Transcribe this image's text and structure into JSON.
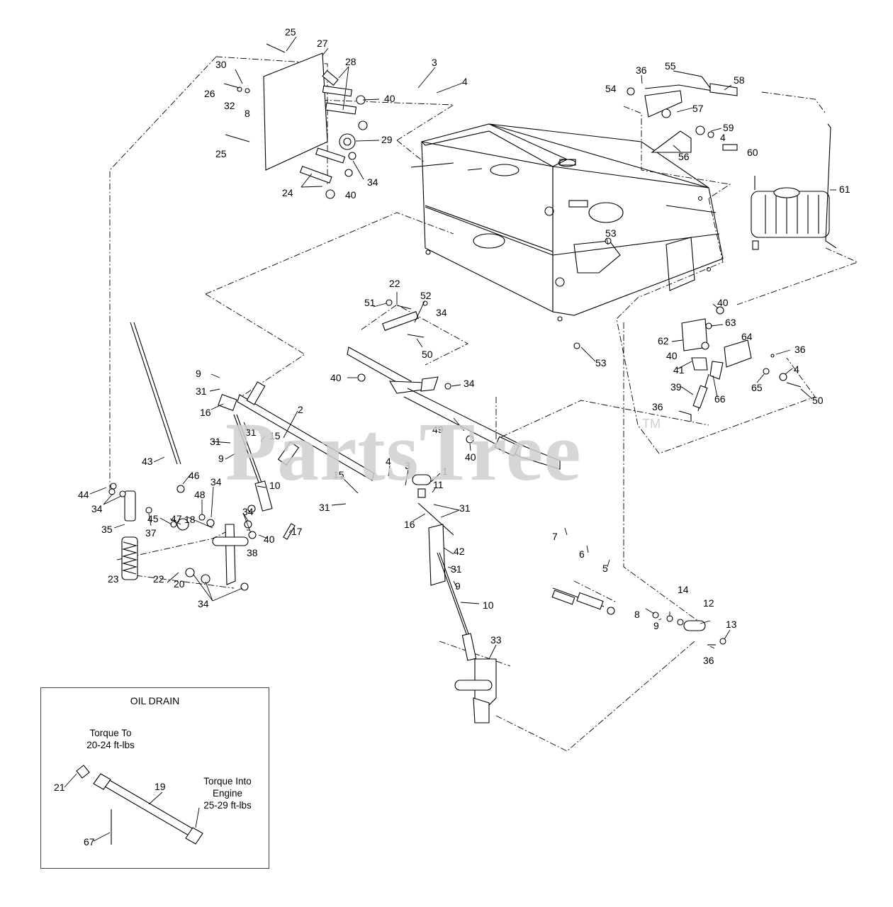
{
  "watermark": {
    "brand": "PartsTree",
    "trademark": "TM"
  },
  "inset": {
    "title": "OIL DRAIN",
    "note_adapter": [
      "Torque To",
      "20-24 ft-lbs"
    ],
    "note_engine": [
      "Torque Into",
      "Engine",
      "25-29 ft-lbs"
    ],
    "callouts": [
      "21",
      "19",
      "67"
    ]
  },
  "callouts": [
    "25",
    "27",
    "28",
    "30",
    "26",
    "32",
    "8",
    "40",
    "29",
    "25",
    "34",
    "24",
    "40",
    "3",
    "4",
    "36",
    "55",
    "58",
    "54",
    "57",
    "59",
    "4",
    "60",
    "56",
    "61",
    "53",
    "22",
    "52",
    "51",
    "34",
    "50",
    "40",
    "63",
    "62",
    "64",
    "36",
    "40",
    "41",
    "53",
    "40",
    "34",
    "39",
    "36",
    "66",
    "65",
    "4",
    "50",
    "9",
    "31",
    "16",
    "2",
    "31",
    "15",
    "31",
    "9",
    "49",
    "43",
    "40",
    "10",
    "46",
    "44",
    "34",
    "34",
    "45",
    "47",
    "48",
    "35",
    "37",
    "4",
    "3",
    "1",
    "11",
    "31",
    "15",
    "31",
    "16",
    "34",
    "17",
    "40",
    "38",
    "18",
    "22",
    "23",
    "20",
    "34",
    "42",
    "31",
    "9",
    "7",
    "6",
    "5",
    "8",
    "14",
    "9",
    "12",
    "13",
    "36",
    "10",
    "33"
  ]
}
